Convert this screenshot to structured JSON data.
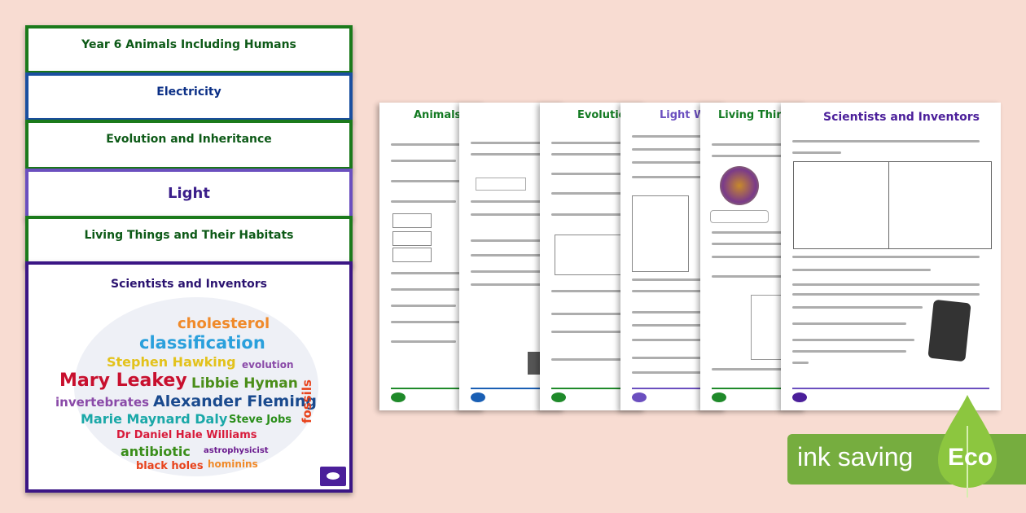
{
  "cards": [
    {
      "title": "Year 6 Animals Including Humans"
    },
    {
      "title": "Electricity"
    },
    {
      "title": "Evolution and Inheritance"
    },
    {
      "title": "Light"
    },
    {
      "title": "Living Things and Their Habitats"
    },
    {
      "title": "Scientists and Inventors"
    }
  ],
  "word_cloud": [
    {
      "text": "cholesterol",
      "color": "#f08a2a"
    },
    {
      "text": "classification",
      "color": "#2aa0dc"
    },
    {
      "text": "Stephen Hawking",
      "color": "#e3c21b"
    },
    {
      "text": "evolution",
      "color": "#8a4aa8"
    },
    {
      "text": "Mary Leakey",
      "color": "#c8102e"
    },
    {
      "text": "Libbie Hyman",
      "color": "#4b8e1a"
    },
    {
      "text": "invertebrates",
      "color": "#8a4aa8"
    },
    {
      "text": "Alexander Fleming",
      "color": "#1a4a8e"
    },
    {
      "text": "fossils",
      "color": "#e8431c"
    },
    {
      "text": "Marie Maynard Daly",
      "color": "#1aa8a8"
    },
    {
      "text": "Steve Jobs",
      "color": "#2a8e1a"
    },
    {
      "text": "Dr Daniel Hale Williams",
      "color": "#d81b3b"
    },
    {
      "text": "antibiotic",
      "color": "#3a8e1a"
    },
    {
      "text": "astrophysicist",
      "color": "#6a1a8e"
    },
    {
      "text": "black holes",
      "color": "#e8431c"
    },
    {
      "text": "hominins",
      "color": "#f08a2a"
    }
  ],
  "worksheets": [
    {
      "title": "Animals",
      "color": "#137a22"
    },
    {
      "title": "",
      "color": "#1a5fb4"
    },
    {
      "title": "Evolution",
      "color": "#137a22"
    },
    {
      "title": "Light W",
      "color": "#6b4fbf"
    },
    {
      "title": "Living Thin",
      "color": "#137a22"
    },
    {
      "title": "Scientists and Inventors",
      "color": "#4b1f9a"
    }
  ],
  "eco_badge": {
    "text": "ink saving",
    "label": "Eco",
    "color": "#76ad3f"
  }
}
